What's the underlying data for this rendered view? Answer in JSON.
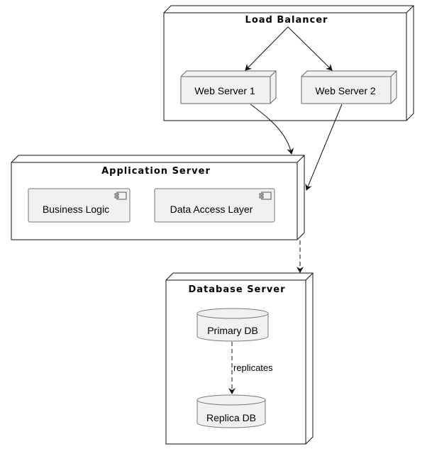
{
  "diagram": {
    "load_balancer": {
      "title": "Load Balancer",
      "web_server_1": "Web Server 1",
      "web_server_2": "Web Server 2"
    },
    "application_server": {
      "title": "Application Server",
      "business_logic": "Business Logic",
      "data_access_layer": "Data Access Layer"
    },
    "database_server": {
      "title": "Database Server",
      "primary_db": "Primary DB",
      "replica_db": "Replica DB"
    },
    "edges": {
      "replicates": "replicates"
    }
  }
}
